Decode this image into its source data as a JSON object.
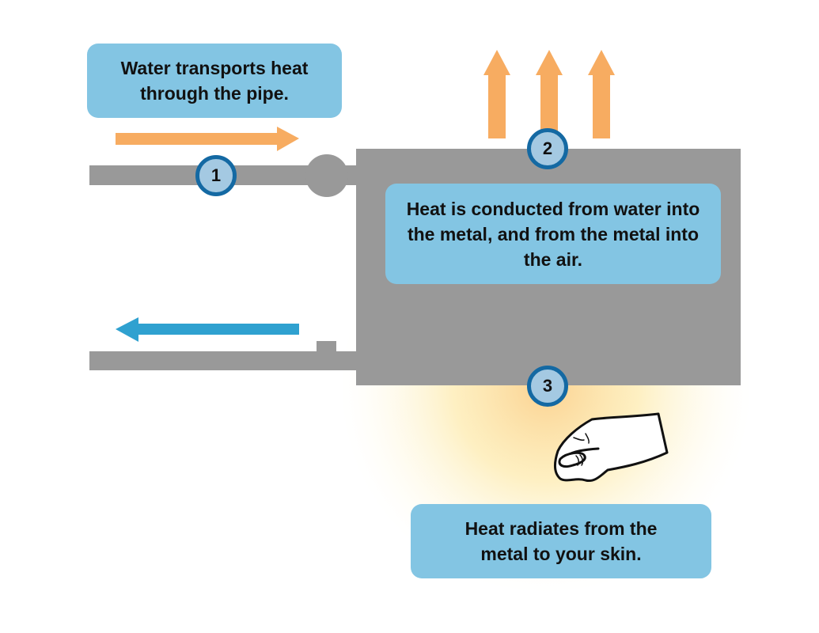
{
  "callouts": {
    "water_transport": "Water transports heat through the pipe.",
    "conduction": "Heat is conducted from water into the metal, and from the metal into the air.",
    "radiation": "Heat radiates from the metal to your skin."
  },
  "badges": [
    "1",
    "2",
    "3"
  ],
  "colors": {
    "callout_bg": "#83c5e3",
    "pipe": "#999999",
    "hot_arrow": "#f7ac61",
    "cold_arrow": "#2fa1d0",
    "badge_ring": "#1469a3",
    "badge_fill": "#a4c9e2"
  }
}
